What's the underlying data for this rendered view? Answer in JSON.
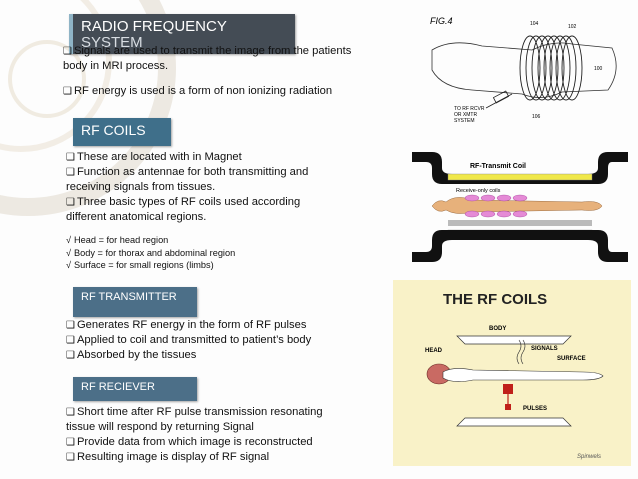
{
  "title": {
    "line1": "RADIO FREQUENCY",
    "line2": "SYSTEM"
  },
  "intro": {
    "line1": "Signals are used to transmit the image from the patients",
    "line2": "body in MRI process.",
    "line3": "RF energy is used is a form of non ionizing radiation"
  },
  "rf_coils": {
    "heading": "RF COILS",
    "bullets": [
      "These are located with in Magnet",
      "Function as antennae for both transmitting and",
      "receiving signals from tissues.",
      "Three basic types of RF coils used according",
      "different anatomical regions."
    ],
    "types": [
      "Head = for head region",
      "Body = for thorax and abdominal region",
      "Surface = for small regions (limbs)"
    ]
  },
  "rf_transmitter": {
    "heading": "RF TRANSMITTER",
    "bullets": [
      "Generates RF energy in the form of RF pulses",
      "Applied to coil and transmitted to patient’s body",
      "Absorbed by the tissues"
    ]
  },
  "rf_receiver": {
    "heading": "RF RECIEVER",
    "bullets": [
      "Short time after RF pulse transmission resonating",
      "tissue will respond by returning Signal",
      "Provide data from which image is reconstructed",
      "Resulting image is display of RF signal"
    ]
  },
  "figure1": {
    "label": "FIG.4",
    "n1": "104",
    "n2": "102",
    "n3": "100",
    "n4": "106",
    "caption1": "TO RF RCVR",
    "caption2": "OR XMTR",
    "caption3": "SYSTEM"
  },
  "figure2": {
    "transmit_label": "RF-Transmit Coil",
    "receive_label": "Receive-only coils"
  },
  "figure3": {
    "title": "THE RF COILS",
    "body": "BODY",
    "head": "HEAD",
    "signals": "SIGNALS",
    "surface": "SURFACE",
    "pulses": "PULSES",
    "signature": "Spinwels"
  },
  "colors": {
    "title_banner": "#444c55",
    "section_banner": "#4c6f88",
    "figure3_bg": "#f9f2c8",
    "coil_yellow": "#f0e84a",
    "coil_pink": "#e58ad6",
    "pulse_red": "#c0201a"
  }
}
